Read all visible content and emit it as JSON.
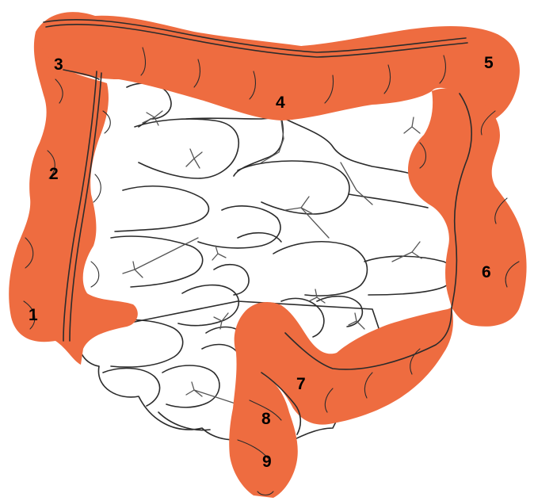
{
  "diagram": {
    "colors": {
      "large_intestine": "#EE6C40",
      "outline": "#2b2b2b",
      "background": "#ffffff"
    },
    "labels": [
      {
        "id": "1",
        "text": "1"
      },
      {
        "id": "2",
        "text": "2"
      },
      {
        "id": "3",
        "text": "3"
      },
      {
        "id": "4",
        "text": "4"
      },
      {
        "id": "5",
        "text": "5"
      },
      {
        "id": "6",
        "text": "6"
      },
      {
        "id": "7",
        "text": "7"
      },
      {
        "id": "8",
        "text": "8"
      },
      {
        "id": "9",
        "text": "9"
      }
    ]
  }
}
